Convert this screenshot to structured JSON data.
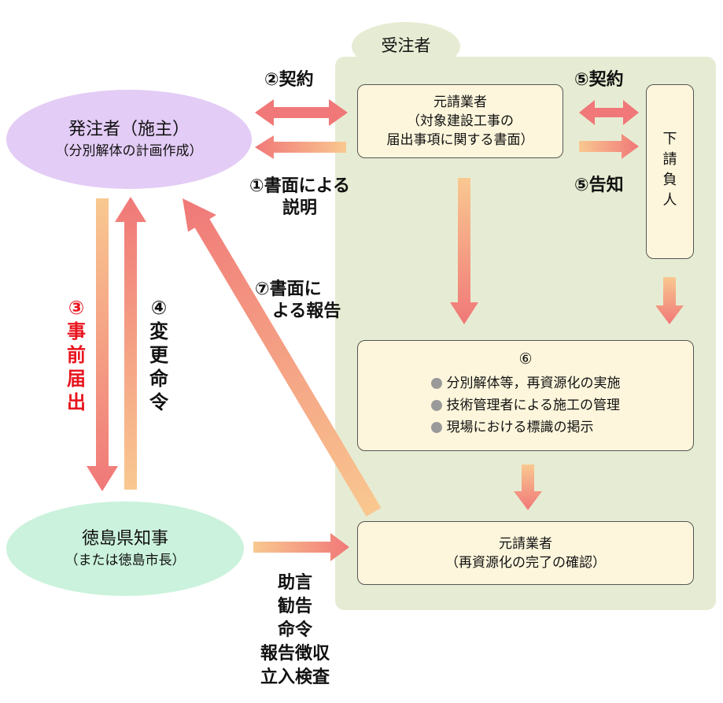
{
  "contractor_panel": {
    "title": "受注者"
  },
  "owner": {
    "title": "発注者（施主）",
    "subtitle": "（分別解体の計画作成）"
  },
  "governor": {
    "title": "徳島県知事",
    "subtitle": "（または徳島市長）"
  },
  "prime_contractor_top": {
    "lines": [
      "元請業者",
      "（対象建設工事の",
      "届出事項に関する書面）"
    ]
  },
  "subcontractor": {
    "chars": [
      "下",
      "請",
      "負",
      "人"
    ]
  },
  "step6": {
    "number": "⑥",
    "items": [
      "分別解体等，再資源化の実施",
      "技術管理者による施工の管理",
      "現場における標識の掲示"
    ]
  },
  "prime_contractor_bottom": {
    "lines": [
      "元請業者",
      "（再資源化の完了の確認）"
    ]
  },
  "labels": {
    "contract_2": "②契約",
    "contract_5": "⑤契約",
    "notice_5": "⑤告知",
    "explain_1": [
      "①書面による",
      "説明"
    ],
    "report_7": [
      "⑦書面に",
      "よる報告"
    ],
    "advice": [
      "助言",
      "勧告",
      "命令",
      "報告徴収",
      "立入検査"
    ]
  },
  "vertical_labels": {
    "prior_notice": {
      "number": "③",
      "chars": [
        "事",
        "前",
        "届",
        "出"
      ]
    },
    "change_order": {
      "number": "④",
      "chars": [
        "変",
        "更",
        "命",
        "令"
      ]
    }
  },
  "colors": {
    "panel": "#e6ecd3",
    "owner_ellipse": "#e3ccf5",
    "governor_ellipse": "#cbf2dc",
    "box_fill": "#fdf6dc",
    "arrow_red": "#f07878",
    "arrow_orange": "#f9c890",
    "highlight_red": "#e8141e"
  }
}
